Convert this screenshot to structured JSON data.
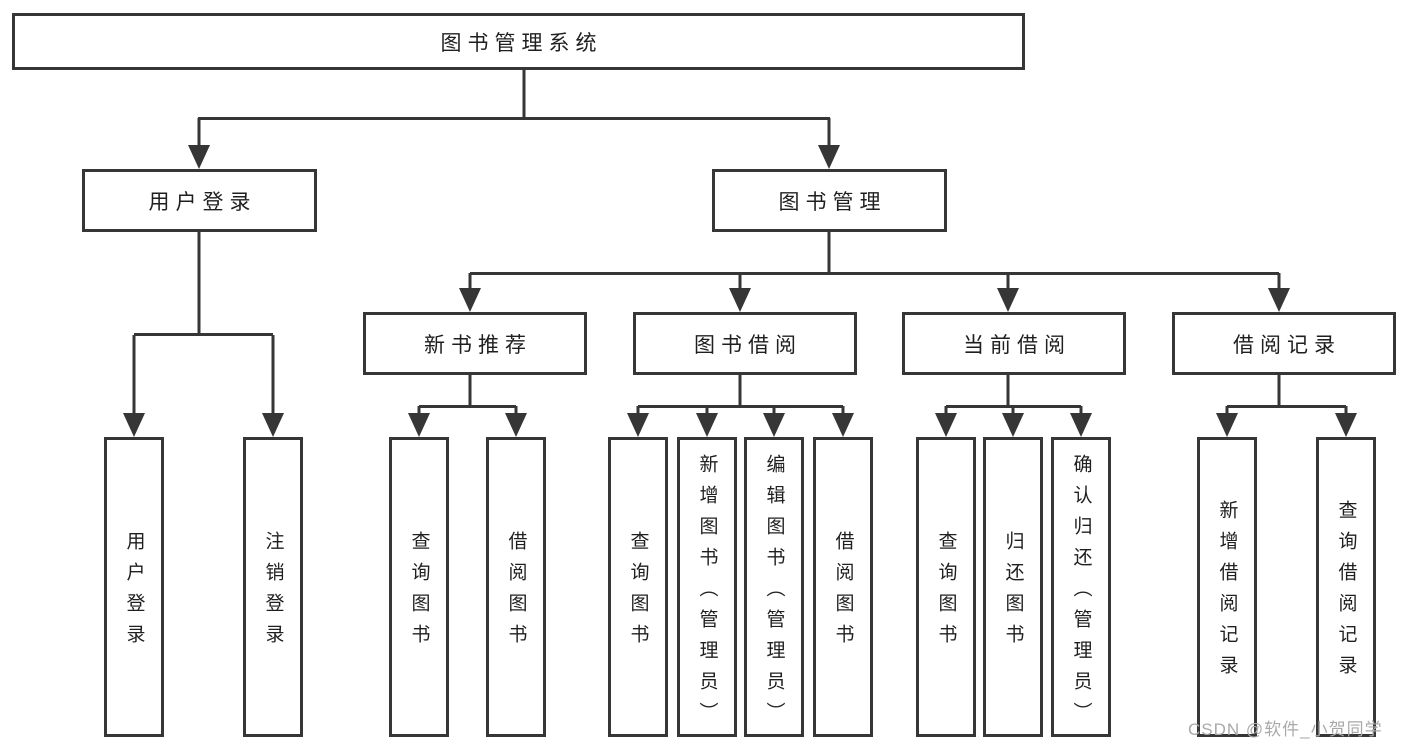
{
  "tree": {
    "root": "图书管理系统",
    "children": [
      {
        "label": "用户登录",
        "leaves": [
          "用户登录",
          "注销登录"
        ]
      },
      {
        "label": "图书管理",
        "children": [
          {
            "label": "新书推荐",
            "leaves": [
              "查询图书",
              "借阅图书"
            ]
          },
          {
            "label": "图书借阅",
            "leaves": [
              "查询图书",
              "新增图书（管理员）",
              "编辑图书（管理员）",
              "借阅图书"
            ]
          },
          {
            "label": "当前借阅",
            "leaves": [
              "查询图书",
              "归还图书",
              "确认归还（管理员）"
            ]
          },
          {
            "label": "借阅记录",
            "leaves": [
              "新增借阅记录",
              "查询借阅记录"
            ]
          }
        ]
      }
    ]
  },
  "watermark": {
    "text": "CSDN @软件_小贺同学"
  },
  "colors": {
    "line": "#363636",
    "text": "#1f1f1f",
    "watermark": "#a9a9a9",
    "background": "#ffffff"
  }
}
